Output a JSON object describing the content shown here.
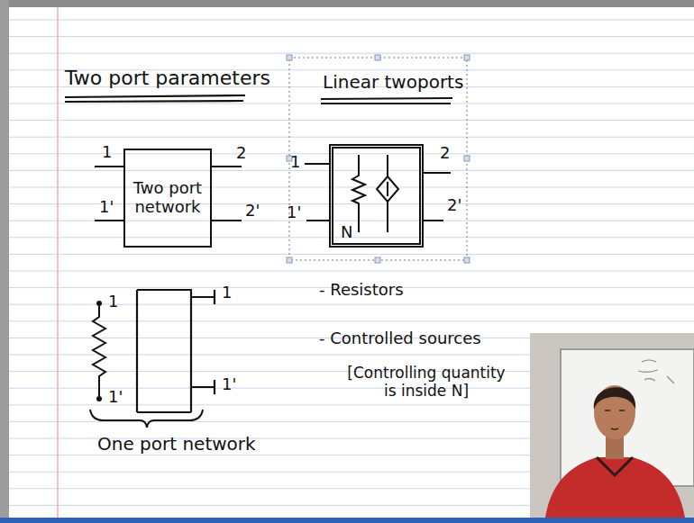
{
  "diagram": {
    "title": "Two port parameters",
    "nodes": [
      {
        "text": [
          "Two port network"
        ]
      },
      {
        "text": [
          "N"
        ]
      }
    ],
    "labels": [
      "Linear twoports",
      "1",
      "1'",
      "2",
      "2'",
      "1",
      "1'",
      "2",
      "2'",
      "1",
      "1'",
      "1",
      "1'",
      "One port network",
      "- Resistors",
      "- Controlled sources",
      "[Controlling quantity is inside N]"
    ]
  }
}
